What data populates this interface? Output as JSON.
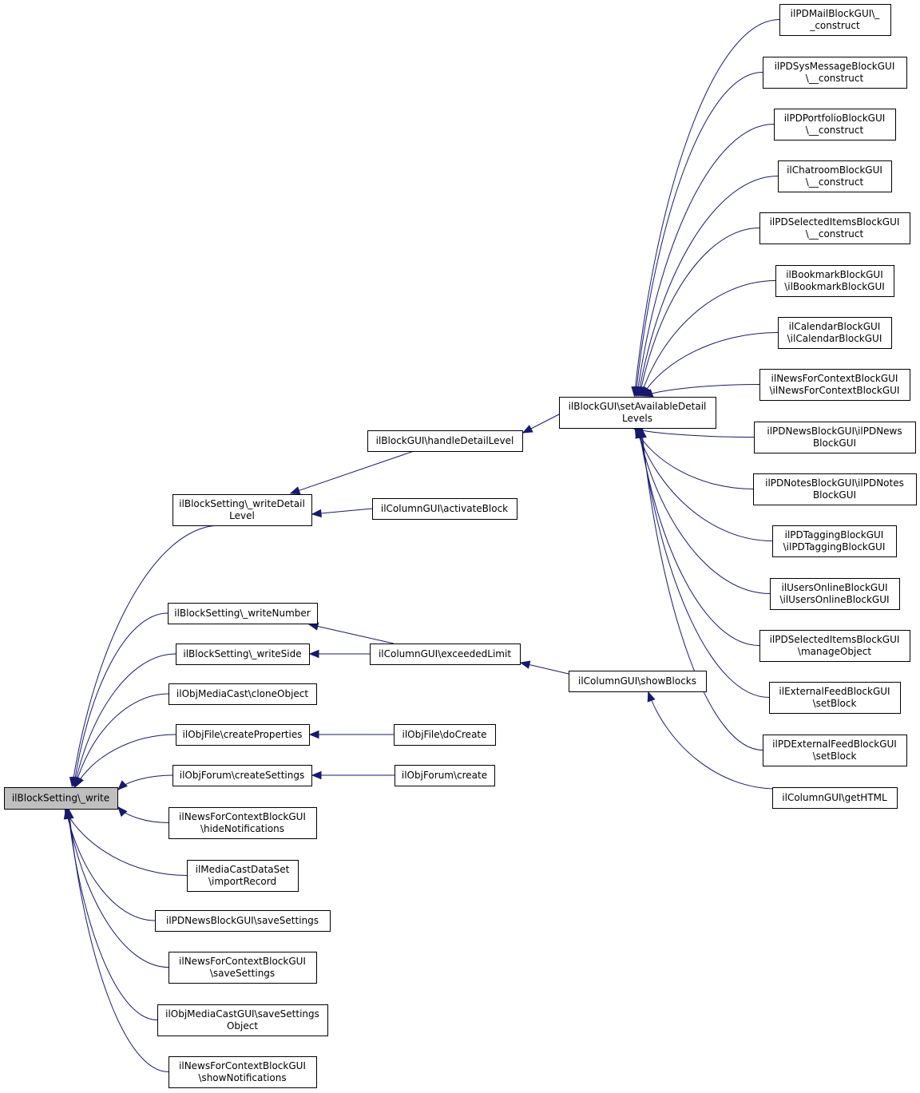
{
  "diagram": {
    "type": "call-graph",
    "colors": {
      "edge": "#191970",
      "root_fill": "#bfbfbf",
      "node_fill": "#ffffff",
      "border": "#000000"
    },
    "nodes": [
      {
        "id": "root",
        "lines": [
          "ilBlockSetting\\_write"
        ],
        "root": true
      },
      {
        "id": "wdl",
        "lines": [
          "ilBlockSetting\\_writeDetail",
          "Level"
        ]
      },
      {
        "id": "wnum",
        "lines": [
          "ilBlockSetting\\_writeNumber"
        ]
      },
      {
        "id": "wside",
        "lines": [
          "ilBlockSetting\\_writeSide"
        ]
      },
      {
        "id": "mcclone",
        "lines": [
          "ilObjMediaCast\\cloneObject"
        ]
      },
      {
        "id": "filecp",
        "lines": [
          "ilObjFile\\createProperties"
        ]
      },
      {
        "id": "forumcs",
        "lines": [
          "ilObjForum\\createSettings"
        ]
      },
      {
        "id": "nfchide",
        "lines": [
          "ilNewsForContextBlockGUI",
          "\\hideNotifications"
        ]
      },
      {
        "id": "mcdsimp",
        "lines": [
          "ilMediaCastDataSet",
          "\\importRecord"
        ]
      },
      {
        "id": "pdnss",
        "lines": [
          "ilPDNewsBlockGUI\\saveSettings"
        ]
      },
      {
        "id": "nfcss",
        "lines": [
          "ilNewsForContextBlockGUI",
          "\\saveSettings"
        ]
      },
      {
        "id": "mcguiss",
        "lines": [
          "ilObjMediaCastGUI\\saveSettings",
          "Object"
        ]
      },
      {
        "id": "nfcshow",
        "lines": [
          "ilNewsForContextBlockGUI",
          "\\showNotifications"
        ]
      },
      {
        "id": "hdl",
        "lines": [
          "ilBlockGUI\\handleDetailLevel"
        ]
      },
      {
        "id": "colact",
        "lines": [
          "ilColumnGUI\\activateBlock"
        ]
      },
      {
        "id": "colexc",
        "lines": [
          "ilColumnGUI\\exceededLimit"
        ]
      },
      {
        "id": "filedc",
        "lines": [
          "ilObjFile\\doCreate"
        ]
      },
      {
        "id": "forumc",
        "lines": [
          "ilObjForum\\create"
        ]
      },
      {
        "id": "sadl",
        "lines": [
          "ilBlockGUI\\setAvailableDetail",
          "Levels"
        ]
      },
      {
        "id": "colshow",
        "lines": [
          "ilColumnGUI\\showBlocks"
        ]
      },
      {
        "id": "colhtml",
        "lines": [
          "ilColumnGUI\\getHTML"
        ]
      },
      {
        "id": "pdmail",
        "lines": [
          "ilPDMailBlockGUI\\_",
          "_construct"
        ]
      },
      {
        "id": "pdsys",
        "lines": [
          "ilPDSysMessageBlockGUI",
          "\\__construct"
        ]
      },
      {
        "id": "pdport",
        "lines": [
          "ilPDPortfolioBlockGUI",
          "\\__construct"
        ]
      },
      {
        "id": "chat",
        "lines": [
          "ilChatroomBlockGUI",
          "\\__construct"
        ]
      },
      {
        "id": "pdsel",
        "lines": [
          "ilPDSelectedItemsBlockGUI",
          "\\__construct"
        ]
      },
      {
        "id": "bkm",
        "lines": [
          "ilBookmarkBlockGUI",
          "\\ilBookmarkBlockGUI"
        ]
      },
      {
        "id": "cal",
        "lines": [
          "ilCalendarBlockGUI",
          "\\ilCalendarBlockGUI"
        ]
      },
      {
        "id": "nfc",
        "lines": [
          "ilNewsForContextBlockGUI",
          "\\ilNewsForContextBlockGUI"
        ]
      },
      {
        "id": "pdnews",
        "lines": [
          "ilPDNewsBlockGUI\\ilPDNews",
          "BlockGUI"
        ]
      },
      {
        "id": "pdnotes",
        "lines": [
          "ilPDNotesBlockGUI\\ilPDNotes",
          "BlockGUI"
        ]
      },
      {
        "id": "pdtag",
        "lines": [
          "ilPDTaggingBlockGUI",
          "\\ilPDTaggingBlockGUI"
        ]
      },
      {
        "id": "users",
        "lines": [
          "ilUsersOnlineBlockGUI",
          "\\ilUsersOnlineBlockGUI"
        ]
      },
      {
        "id": "pdselmo",
        "lines": [
          "ilPDSelectedItemsBlockGUI",
          "\\manageObject"
        ]
      },
      {
        "id": "extfeed",
        "lines": [
          "ilExternalFeedBlockGUI",
          "\\setBlock"
        ]
      },
      {
        "id": "pdextfeed",
        "lines": [
          "ilPDExternalFeedBlockGUI",
          "\\setBlock"
        ]
      }
    ],
    "edges": [
      {
        "from": "wdl",
        "to": "root"
      },
      {
        "from": "wnum",
        "to": "root"
      },
      {
        "from": "wside",
        "to": "root"
      },
      {
        "from": "mcclone",
        "to": "root"
      },
      {
        "from": "filecp",
        "to": "root"
      },
      {
        "from": "forumcs",
        "to": "root"
      },
      {
        "from": "nfchide",
        "to": "root"
      },
      {
        "from": "mcdsimp",
        "to": "root"
      },
      {
        "from": "pdnss",
        "to": "root"
      },
      {
        "from": "nfcss",
        "to": "root"
      },
      {
        "from": "mcguiss",
        "to": "root"
      },
      {
        "from": "nfcshow",
        "to": "root"
      },
      {
        "from": "hdl",
        "to": "wdl"
      },
      {
        "from": "colact",
        "to": "wdl"
      },
      {
        "from": "colexc",
        "to": "wnum"
      },
      {
        "from": "colexc",
        "to": "wside"
      },
      {
        "from": "filedc",
        "to": "filecp"
      },
      {
        "from": "forumc",
        "to": "forumcs"
      },
      {
        "from": "sadl",
        "to": "hdl"
      },
      {
        "from": "colshow",
        "to": "colexc"
      },
      {
        "from": "colhtml",
        "to": "colshow"
      },
      {
        "from": "pdmail",
        "to": "sadl"
      },
      {
        "from": "pdsys",
        "to": "sadl"
      },
      {
        "from": "pdport",
        "to": "sadl"
      },
      {
        "from": "chat",
        "to": "sadl"
      },
      {
        "from": "pdsel",
        "to": "sadl"
      },
      {
        "from": "bkm",
        "to": "sadl"
      },
      {
        "from": "cal",
        "to": "sadl"
      },
      {
        "from": "nfc",
        "to": "sadl"
      },
      {
        "from": "pdnews",
        "to": "sadl"
      },
      {
        "from": "pdnotes",
        "to": "sadl"
      },
      {
        "from": "pdtag",
        "to": "sadl"
      },
      {
        "from": "users",
        "to": "sadl"
      },
      {
        "from": "pdselmo",
        "to": "sadl"
      },
      {
        "from": "extfeed",
        "to": "sadl"
      },
      {
        "from": "pdextfeed",
        "to": "sadl"
      }
    ]
  }
}
